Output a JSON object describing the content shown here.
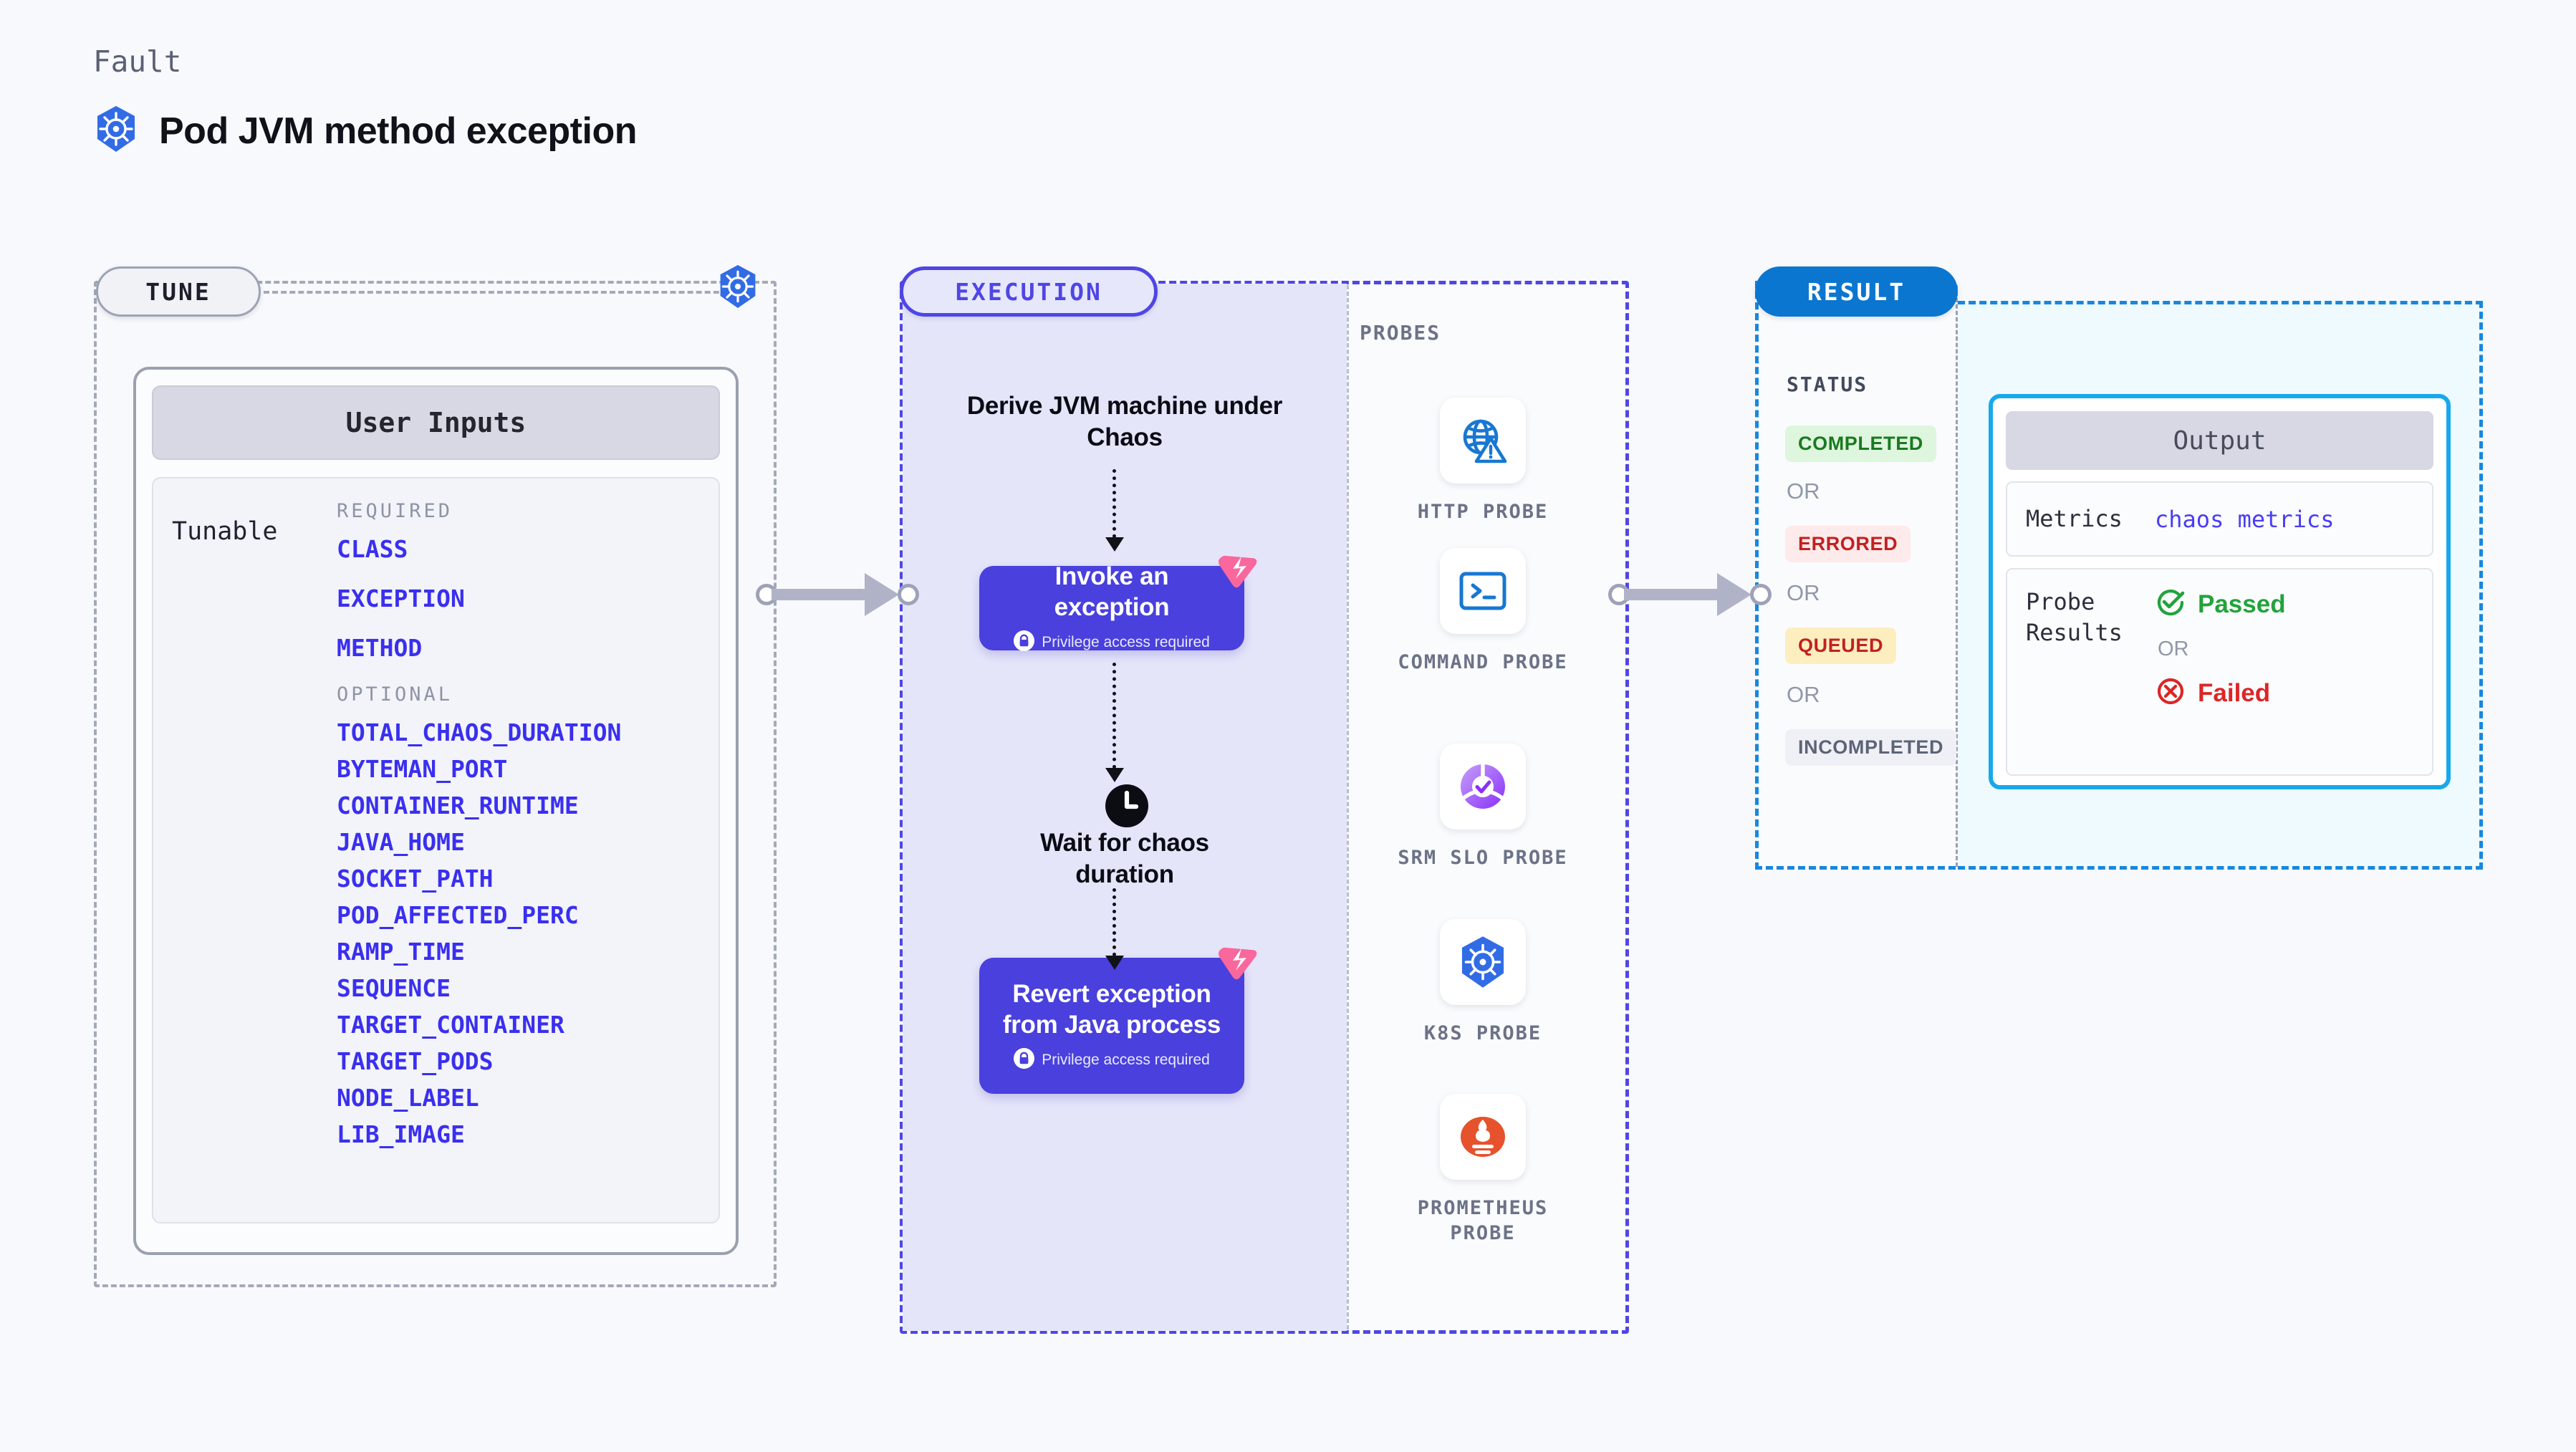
{
  "header": {
    "eyebrow": "Fault",
    "title": "Pod JVM method exception",
    "icon": "kubernetes-icon"
  },
  "sections": {
    "tune": {
      "pill_label": "TUNE",
      "border_color": "#a3a9b8",
      "badge_icon": "kubernetes-icon"
    },
    "execution": {
      "pill_label": "EXECUTION",
      "accent_color": "#4f46e5",
      "fill_color": "#e5e5fa"
    },
    "result": {
      "pill_label": "RESULT",
      "accent_color": "#0b76d0"
    }
  },
  "tune": {
    "card_header": "User Inputs",
    "row_label": "Tunable",
    "required_group_label": "REQUIRED",
    "optional_group_label": "OPTIONAL",
    "required": [
      "CLASS",
      "EXCEPTION",
      "METHOD"
    ],
    "optional": [
      "TOTAL_CHAOS_DURATION",
      "BYTEMAN_PORT",
      "CONTAINER_RUNTIME",
      "JAVA_HOME",
      "SOCKET_PATH",
      "POD_AFFECTED_PERC",
      "RAMP_TIME",
      "SEQUENCE",
      "TARGET_CONTAINER",
      "TARGET_PODS",
      "NODE_LABEL",
      "LIB_IMAGE"
    ],
    "tunable_color": "#3a2ff0"
  },
  "execution": {
    "steps": [
      {
        "type": "title",
        "text": "Derive JVM machine under Chaos"
      },
      {
        "type": "card",
        "title": "Invoke an exception",
        "privilege_note": "Privilege access required",
        "badge_icon": "chaos-fault-icon",
        "lock_icon": "lock-icon"
      },
      {
        "type": "title",
        "text": "Wait for chaos duration",
        "icon": "clock-icon"
      },
      {
        "type": "card",
        "title": "Revert exception from Java process",
        "privilege_note": "Privilege access required",
        "badge_icon": "chaos-fault-icon",
        "lock_icon": "lock-icon"
      }
    ],
    "card_color": "#4940dd",
    "badge_color": "#f9679c"
  },
  "probes": {
    "label": "PROBES",
    "items": [
      {
        "name": "HTTP PROBE",
        "icon": "globe-warning-icon",
        "icon_color": "#1877d2"
      },
      {
        "name": "COMMAND PROBE",
        "icon": "terminal-icon",
        "icon_color": "#1877d2"
      },
      {
        "name": "SRM SLO PROBE",
        "icon": "slo-gauge-check-icon",
        "icon_color": "#8b3cf7"
      },
      {
        "name": "K8S PROBE",
        "icon": "kubernetes-icon",
        "icon_color": "#326ce5"
      },
      {
        "name": "PROMETHEUS PROBE",
        "icon": "prometheus-flame-icon",
        "icon_color": "#e6522c"
      }
    ]
  },
  "result": {
    "status_label": "STATUS",
    "or_label": "OR",
    "statuses": [
      {
        "label": "COMPLETED",
        "text_color": "#1a7a20",
        "bg_color": "#def5de"
      },
      {
        "label": "ERRORED",
        "text_color": "#c32020",
        "bg_color": "#fdeaea"
      },
      {
        "label": "QUEUED",
        "text_color": "#c32020",
        "bg_color": "#fdeec0"
      },
      {
        "label": "INCOMPLETED",
        "text_color": "#5d6478",
        "bg_color": "#eff0f5"
      }
    ],
    "output": {
      "header": "Output",
      "metrics_key": "Metrics",
      "metrics_value": "chaos metrics",
      "probe_results_key": "Probe Results",
      "passed_label": "Passed",
      "failed_label": "Failed",
      "or_label": "OR",
      "passed_icon": "check-circle-icon",
      "failed_icon": "x-circle-icon",
      "border_color": "#18a8ec"
    }
  }
}
